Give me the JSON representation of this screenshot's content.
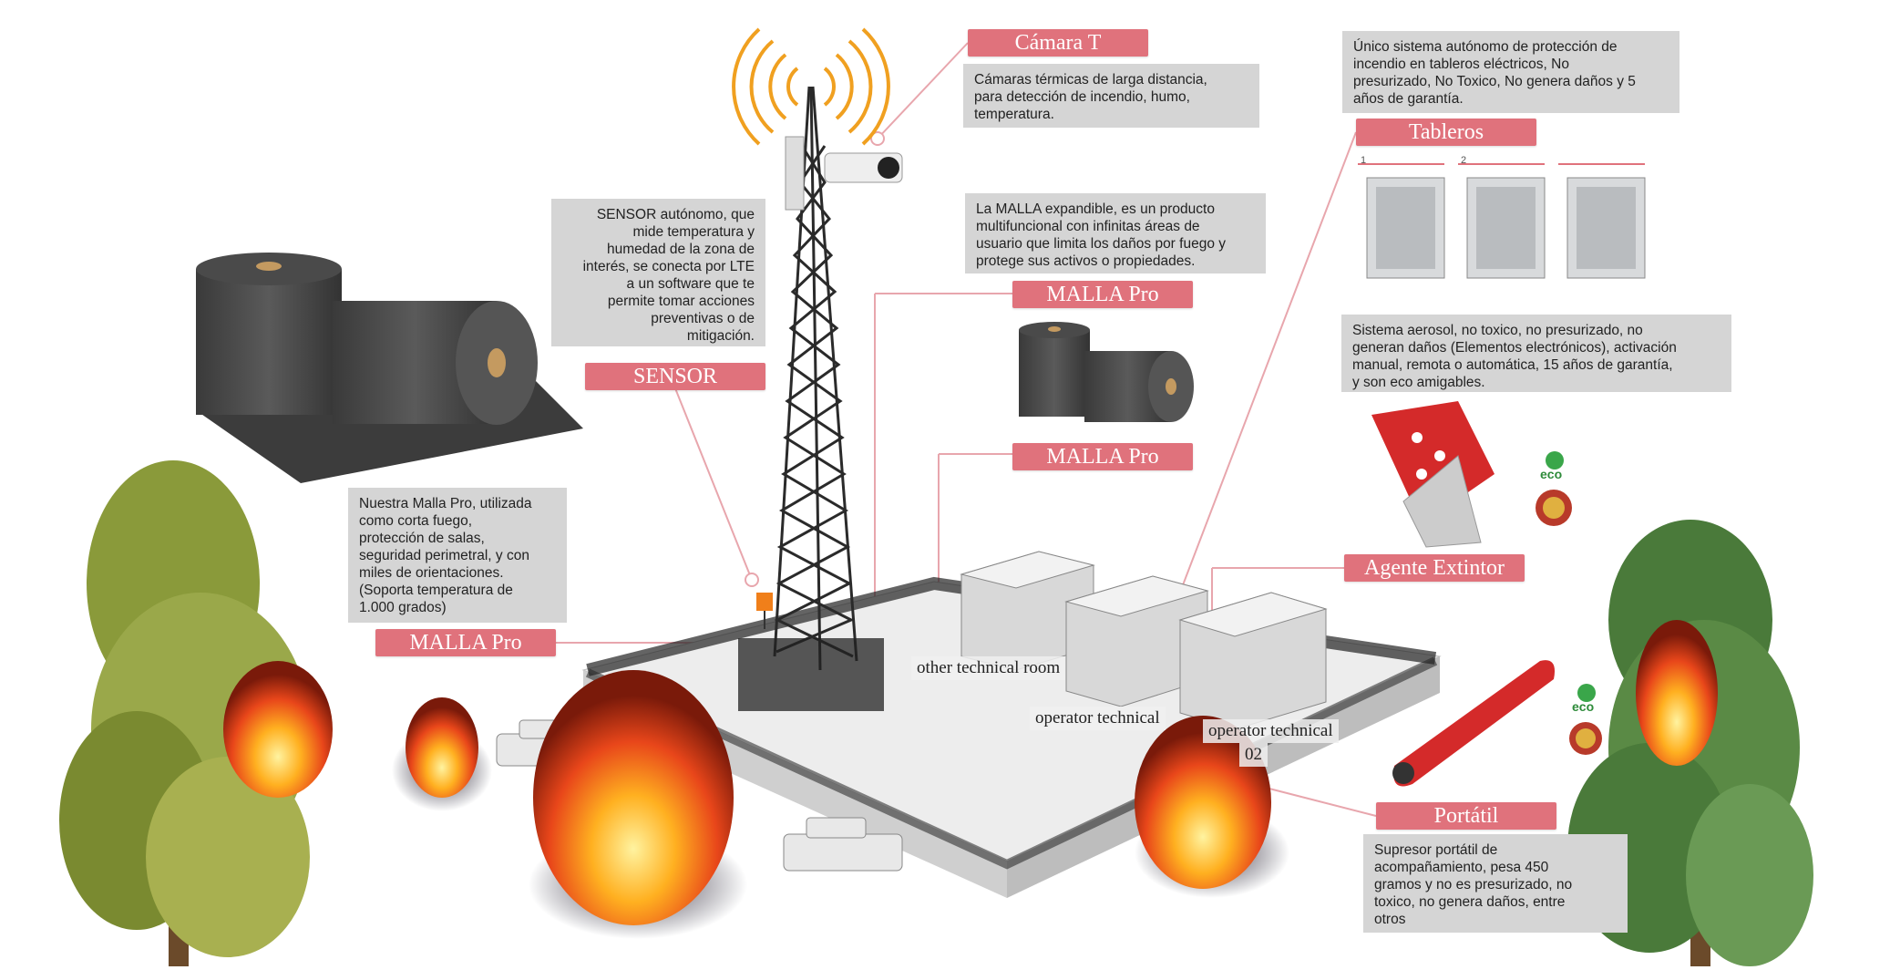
{
  "labels": {
    "camara": "Cámara T",
    "tableros": "Tableros",
    "sensor": "SENSOR",
    "malla_pro_1": "MALLA Pro",
    "malla_pro_2": "MALLA Pro",
    "malla_pro_3": "MALLA Pro",
    "agente": "Agente Extintor",
    "portatil": "Portátil"
  },
  "descriptions": {
    "camara": "Cámaras térmicas de larga distancia,\npara detección de incendio, humo,\ntemperatura.",
    "tableros": "Único sistema autónomo de protección de\nincendio en tableros eléctricos, No\npresurizado, No Toxico, No genera daños y 5\naños de garantía.",
    "sensor": "SENSOR autónomo, que\nmide temperatura y\nhumedad de la zona de\ninterés, se conecta por LTE\na un software que te\npermite tomar acciones\npreventivas o de\nmitigación.",
    "malla": "La MALLA expandible, es un producto\nmultifuncional con infinitas áreas de\nusuario que limita los daños por fuego y\nprotege sus activos o propiedades.",
    "malla_left": "Nuestra Malla Pro, utilizada\ncomo corta fuego,\nprotección de salas,\nseguridad perimetral, y con\nmiles de orientaciones.\n(Soporta temperatura de\n1.000 grados)",
    "agente": "Sistema aerosol, no toxico, no presurizado, no\ngeneran daños (Elementos electrónicos), activación\nmanual, remota o automática, 15 años de garantía,\ny son eco amigables.",
    "portatil": "Supresor portátil de\nacompañamiento, pesa 450\ngramos y no es presurizado, no\ntoxico, no genera daños, entre\notros"
  },
  "rooms": {
    "room1": "other technical room",
    "room2": "operator technical",
    "room3": "operator technical",
    "room3_num": "02"
  },
  "panel_numbers": [
    "1",
    "2"
  ],
  "badges": {
    "eco": "eco"
  },
  "colors": {
    "label_bg": "#e0727c",
    "desc_bg": "#d5d5d5",
    "leader": "#e8a6ad"
  }
}
